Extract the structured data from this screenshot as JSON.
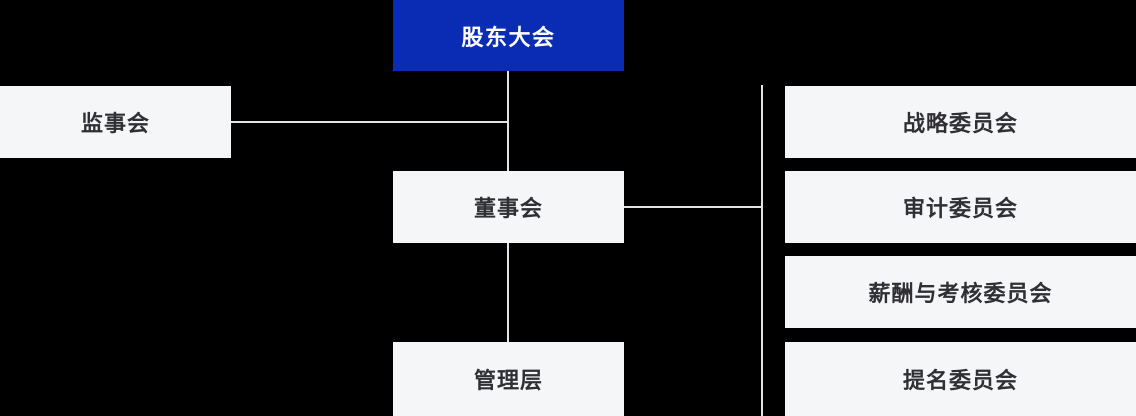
{
  "diagram": {
    "type": "org-chart",
    "nodes": {
      "shareholders": {
        "label": "股东大会"
      },
      "supervisory": {
        "label": "监事会"
      },
      "board": {
        "label": "董事会"
      },
      "management": {
        "label": "管理层"
      },
      "committees": [
        {
          "label": "战略委员会"
        },
        {
          "label": "审计委员会"
        },
        {
          "label": "薪酬与考核委员会"
        },
        {
          "label": "提名委员会"
        }
      ]
    },
    "edges": [
      {
        "from": "股东大会",
        "to": "监事会"
      },
      {
        "from": "股东大会",
        "to": "董事会"
      },
      {
        "from": "董事会",
        "to": "管理层"
      },
      {
        "from": "董事会",
        "to": "战略委员会"
      },
      {
        "from": "董事会",
        "to": "审计委员会"
      },
      {
        "from": "董事会",
        "to": "薪酬与考核委员会"
      },
      {
        "from": "董事会",
        "to": "提名委员会"
      }
    ],
    "colors": {
      "background": "#000000",
      "root_box_bg": "#0A2CB5",
      "root_box_text": "#FFFFFF",
      "box_bg": "#F5F6F8",
      "box_text": "#303034",
      "connector": "#E3E4E6"
    }
  }
}
